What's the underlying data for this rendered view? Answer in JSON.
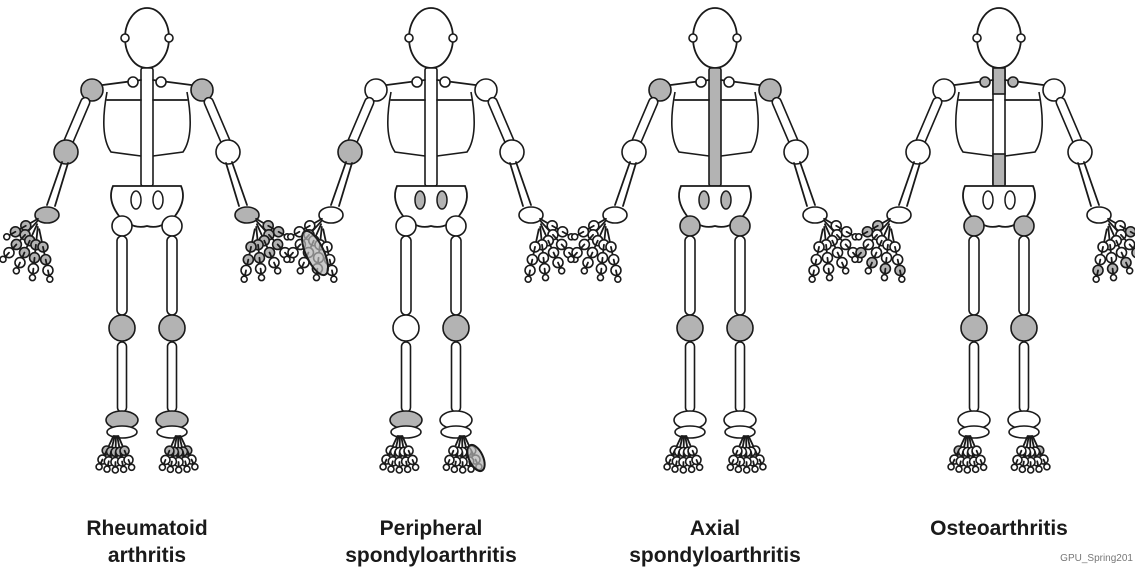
{
  "figures": [
    {
      "id": "ra",
      "caption_lines": [
        "Rheumatoid",
        "arthritis"
      ],
      "affected": [
        "shoulder-l",
        "shoulder-r",
        "elbow-l",
        "wrist-l",
        "wrist-r",
        "mcp-l",
        "mcp-r",
        "pip-l",
        "pip-r",
        "knee-l",
        "knee-r",
        "ankle-l",
        "ankle-r",
        "mtp-l",
        "mtp-r"
      ]
    },
    {
      "id": "pspa",
      "caption_lines": [
        "Peripheral",
        "spondyloarthritis"
      ],
      "affected": [
        "elbow-l",
        "sacroiliac-l",
        "sacroiliac-r",
        "knee-r",
        "ankle-l",
        "dactylitis-finger-l",
        "dactylitis-toe-r"
      ]
    },
    {
      "id": "axspa",
      "caption_lines": [
        "Axial",
        "spondyloarthritis"
      ],
      "affected": [
        "spine",
        "shoulder-l",
        "shoulder-r",
        "hip-l",
        "hip-r",
        "sacroiliac-l",
        "sacroiliac-r",
        "knee-l",
        "knee-r"
      ]
    },
    {
      "id": "oa",
      "caption_lines": [
        "Osteoarthritis"
      ],
      "affected": [
        "spine-cervical",
        "spine-lumbar",
        "sternoclavicular-l",
        "sternoclavicular-r",
        "hip-l",
        "hip-r",
        "knee-l",
        "knee-r",
        "dip-l",
        "dip-r",
        "cmc-l",
        "mtp1-l",
        "mtp1-r"
      ]
    }
  ],
  "watermark": "GPU_Spring201",
  "colors": {
    "affected": "#b3b3b3",
    "bone": "#ffffff",
    "outline": "#1a1a1a"
  }
}
